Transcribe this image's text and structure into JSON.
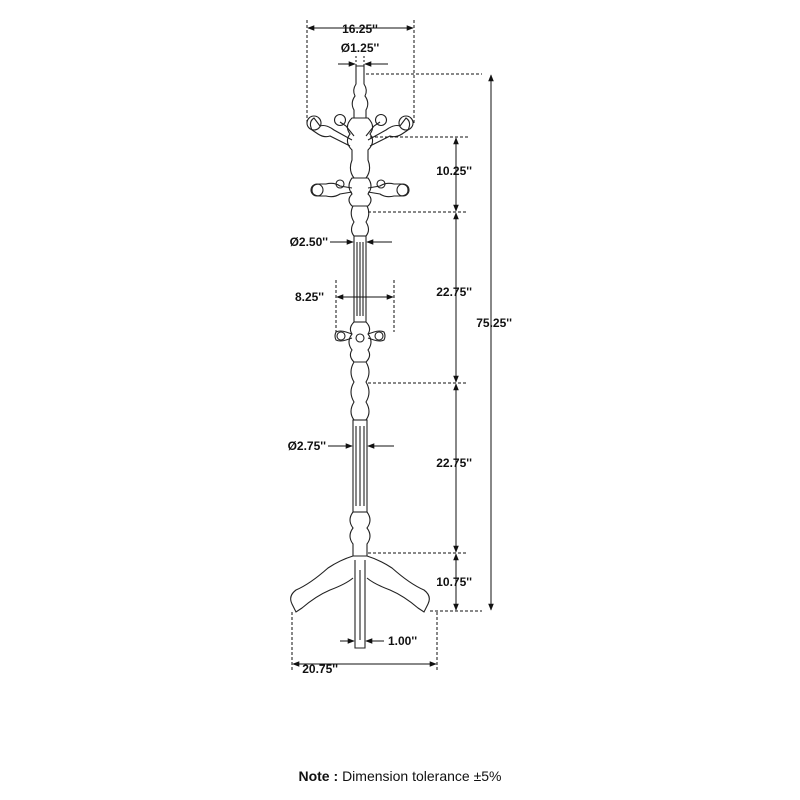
{
  "dimensions": {
    "top_width": "16.25''",
    "top_finial_dia": "Ø1.25''",
    "upper_hooks_height": "10.25''",
    "upper_post_dia": "Ø2.50''",
    "middle_hooks_width": "8.25''",
    "upper_section_height": "22.75''",
    "total_height": "75.25''",
    "lower_post_dia": "Ø2.75''",
    "lower_section_height": "22.75''",
    "base_height": "10.75''",
    "base_column_width": "1.00''",
    "base_width": "20.75''"
  },
  "note": {
    "label": "Note",
    "separator": ":",
    "text": "Dimension tolerance ±5%"
  },
  "colors": {
    "line": "#111111",
    "background": "#ffffff"
  }
}
